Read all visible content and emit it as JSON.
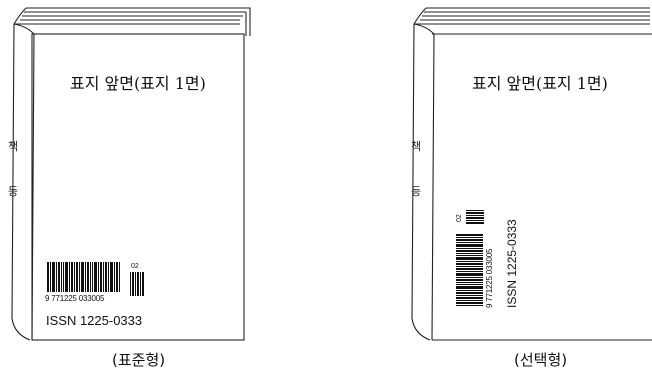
{
  "books": [
    {
      "id": "standard",
      "cover_title": "표지 앞면(표지 1면)",
      "spine_chars": [
        "책",
        "등"
      ],
      "barcode_digits": "9 771225 033005",
      "barcode_addon": "02",
      "issn": "ISSN  1225-0333",
      "caption": "(표준형)"
    },
    {
      "id": "optional",
      "cover_title": "표지 앞면(표지 1면)",
      "spine_chars": [
        "책",
        "등"
      ],
      "barcode_digits": "9 771225 033005",
      "barcode_addon": "02",
      "issn": "ISSN  1225-0333",
      "caption": "(선택형)"
    }
  ]
}
